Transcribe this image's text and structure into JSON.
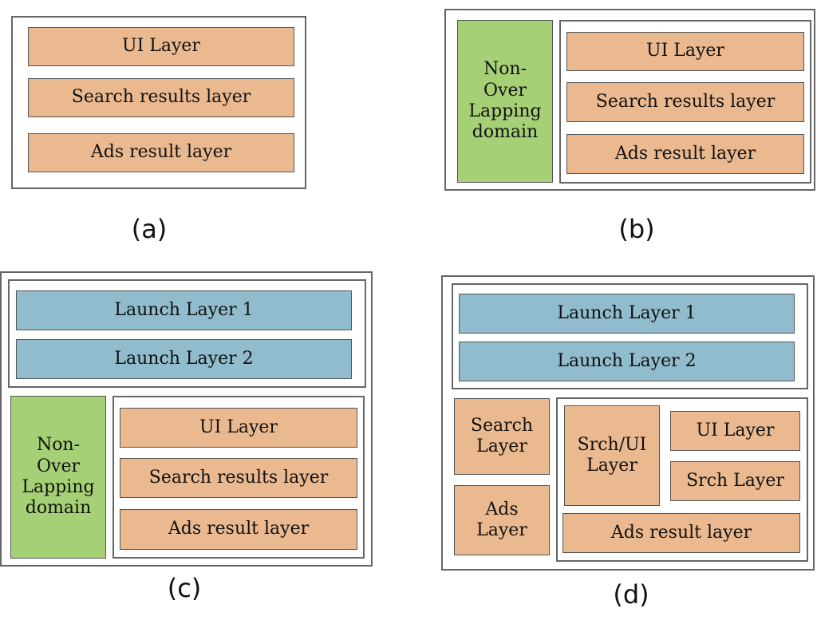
{
  "a": {
    "ui": "UI Layer",
    "search": "Search results layer",
    "ads": "Ads result layer",
    "caption": "(a)"
  },
  "b": {
    "domain": "Non-\nOver\nLapping\ndomain",
    "ui": "UI Layer",
    "search": "Search results layer",
    "ads": "Ads result layer",
    "caption": "(b)"
  },
  "c": {
    "launch1": "Launch Layer 1",
    "launch2": "Launch Layer 2",
    "domain": "Non-\nOver\nLapping\ndomain",
    "ui": "UI Layer",
    "search": "Search results layer",
    "ads": "Ads result layer",
    "caption": "(c)"
  },
  "d": {
    "launch1": "Launch Layer 1",
    "launch2": "Launch Layer 2",
    "search_layer": "Search\nLayer",
    "ads_layer": "Ads\nLayer",
    "srch_ui": "Srch/UI\nLayer",
    "ui": "UI Layer",
    "srch": "Srch Layer",
    "ads": "Ads result layer",
    "caption": "(d)"
  },
  "colors": {
    "layer": "#ebb98f",
    "launch": "#90bccd",
    "domain": "#a6d075",
    "border": "#666666"
  }
}
